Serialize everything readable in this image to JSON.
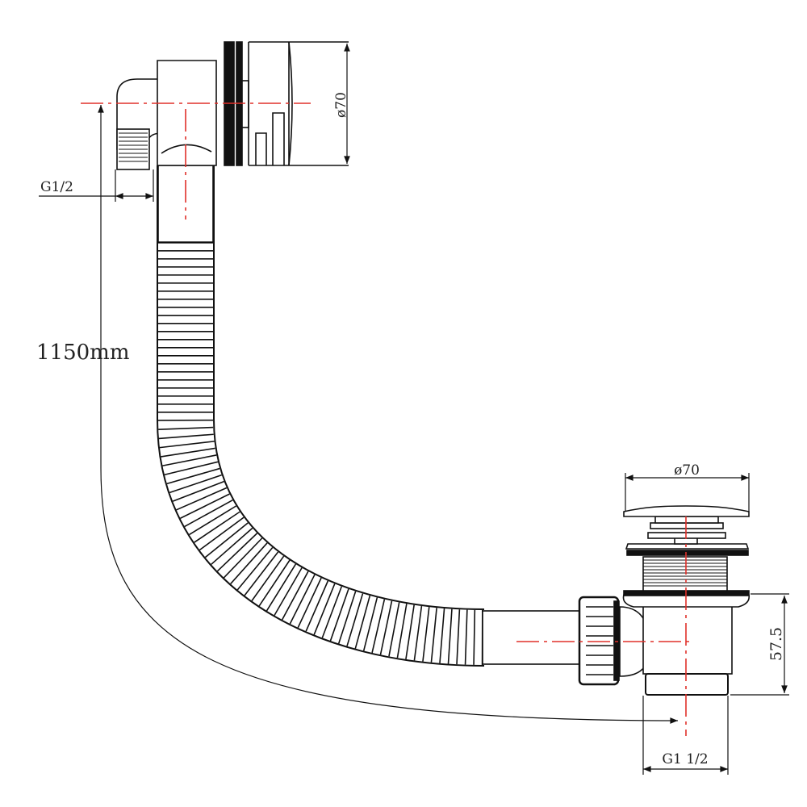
{
  "drawing": {
    "top_diameter_label": "ø70",
    "inlet_thread_label": "G1/2",
    "hose_length_label": "1150mm",
    "bottom_diameter_label": "ø70",
    "height_label": "57.5",
    "outlet_thread_label": "G1 1/2"
  },
  "colors": {
    "line": "#111111",
    "centerline": "#e0302a"
  }
}
